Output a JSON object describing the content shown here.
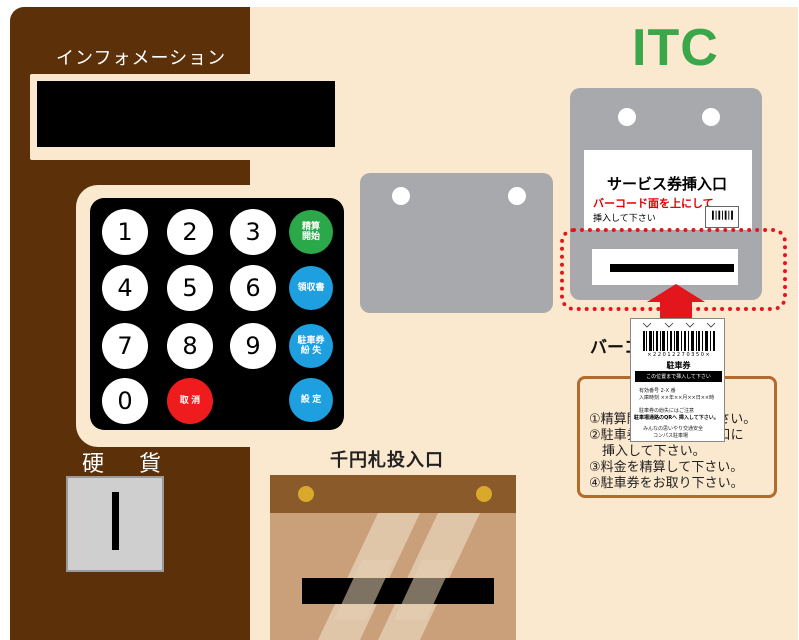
{
  "info_label": "インフォメーション",
  "keypad": {
    "keys": [
      {
        "label": "1"
      },
      {
        "label": "2"
      },
      {
        "label": "3"
      },
      {
        "label": "4"
      },
      {
        "label": "5"
      },
      {
        "label": "6"
      },
      {
        "label": "7"
      },
      {
        "label": "8"
      },
      {
        "label": "9"
      },
      {
        "label": "0"
      }
    ],
    "start_payment": "精算\n開始",
    "receipt": "領収書",
    "lost_ticket": "駐車券\n紛 失",
    "cancel": "取 消",
    "settings": "設 定"
  },
  "coin_label": "硬 貨",
  "logo": "ITC",
  "service_ticket": {
    "title": "サービス券挿入口",
    "line1": "バーコード面を上にして",
    "line2": "挿入して下さい"
  },
  "barcode_label": "バーコード",
  "instructions": [
    "①精算開始を押して下さい。",
    "②駐車券をバーコード口に",
    "　挿入して下さい。",
    "③料金を精算して下さい。",
    "④駐車券をお取り下さい。"
  ],
  "ticket_popup": {
    "number": "× 2 2 0 1 2 2 7 0 3 5 0 ×",
    "title": "駐車券",
    "banner": "この位置まで挿入して下さい",
    "row1": "有効番号  2-X 番",
    "row2": "入庫時刻  ××年××月××日××時",
    "note1": "駐車券の紛失にはご注意",
    "note2": "駐車場通路のQRへ 挿入して下さい。",
    "note3": "みんなの思いやり交通安全",
    "note4": "コンパス駐車場"
  },
  "bill_label": "千円札投入口",
  "colors": {
    "brown": "#5c3109",
    "cream": "#fbe9cf",
    "itc_green": "#3aa84a",
    "alert_red": "#e4161d",
    "key_blue": "#1e9fe0",
    "key_green": "#2aa84a"
  }
}
